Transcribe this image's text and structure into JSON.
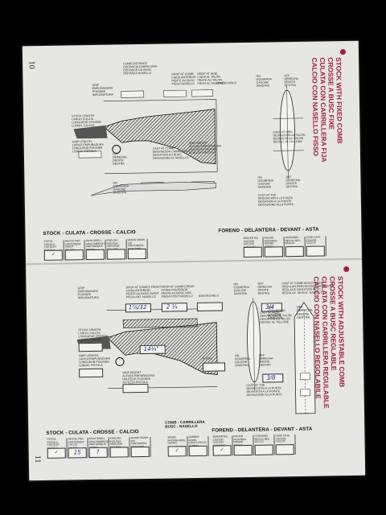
{
  "top": {
    "page_number": "10",
    "title_lines": [
      "STOCK WITH FIXED COMB",
      "CROSSE A BUSC FIXE",
      "CULATA CON CARRILLERA FIJA",
      "CALCIO CON NASELLO FISSO"
    ],
    "badge": "8",
    "labels": {
      "comb_distance": "COMB DISTANCE\nDISTANCIA CARRILLERA\nDISTANCE DU BUSC\nDISTANZA NASELLO",
      "drop_comb": "DROP AT COMB\nCAIDA ANTERIOR\nPENTE AU BUSC\nPIEGA NASELLO",
      "drop_heel": "DROP AT HEEL\nCAIDA AL TALON\nPENTE AU TALON\nPIEGA AL TALLONE",
      "grip": "GRIP\nEMPUÑADURA\nPOIGNEE\nIMPUGNATURA",
      "stock_length": "STOCK LENGTH\nLARGO CULATA\nLONGUEUR CROSSE\nLUNGH. CALCIO",
      "grip_length": "GRIP LENGTH\nLARGO EMPUÑADURA\nLONGUEUR POIGNEE\nLUNGH. PISTOLA",
      "cast_comb": "CAST AT COMB\nDESVIACION CARRILLERA\nDEVIATION AU BUSC\nDEVIAZIONE AL NASELLO",
      "grip_height": "GRIP HEIGHT\nALTURA EMPUÑADURA\nHAUTEUR POIGNEE\nALTEZZA PISTOLA",
      "off_right": "OFF\nDERECHA\nDROITE\nDESTRA",
      "on_left": "ON\nIZQUIERDA\nGAUCHE\nSINISTRA",
      "cast_heel": "CAST AT HEEL\nDESVIACION AL TALON\nDEVIATION AU TALON\nDEVIAZ. AL TALLONE",
      "cast_toe": "CAST AT TOE\nDESVIACION A LA PUNTA\nDEVIATION A LA POINTE\nDEVIAZIONE ALLA PUNTA",
      "montecarlo": "MONTECARLO"
    },
    "stock_header": "STOCK - CULATA - CROSSE - CALCIO",
    "forend_header": "FOREND - DELANTERA - DEVANT - ASTA",
    "stock_cells": [
      "PISTOL\nPISTOLA\nPISTOLET\nPISTOLA",
      "RECOIL PAD\nCANTONERA\nSABOT\nCALCIO",
      "PALM SWELL\nABULTAMIENTO\nANATOMIQUE\nBUGNA",
      "ENGLISH\nINGLESA\nANGLAISE\nINGLESE",
      "WOOD FINISH\nSIN CANTONERA\nFINIS BOIS\nPIEGA LEGNO"
    ],
    "forend_cells": [
      "BEAVERTAIL\nCASTOR\nCASTOR\nCASTORO",
      "ROUND\nREDONDA\nRONDE\nTONDA",
      "SCHNABEL\nBECCO\nBEC\nBECCO",
      "CASE\nCAJA\nCHASSE\nCACCIA"
    ],
    "check_mark": "✓"
  },
  "bottom": {
    "page_number": "11",
    "title_lines": [
      "STOCK WITH ADJUSTABLE COMB",
      "CROSSE A BUSC REGLABLE",
      "CULATA CON CARRILLERA REGULABLE",
      "CALCIO CON NASELLO REGOLABILE"
    ],
    "badge": "9",
    "hand": {
      "drop_comb": "1⅞/32",
      "drop_heel": "2 ¼",
      "stock_length": "14¾\"",
      "cast_heel": "3/4",
      "cast_toe": "3/8",
      "recoil": "15",
      "palm": "?"
    },
    "labels": {
      "drop_comb": "DROP AT COMB'S FRONT\nCAIDA ANTERIOR\nPENTE AU BUSC AVANT\nPIEGA ANT. NASELLO",
      "drop_comb_rear": "DROP AT COMB'S REAR\nCAIDA POSTERIOR\nPENTE AU BUSC ARR.\nPIEGA POST NASELLO",
      "grip": "GRIP\nEMPUÑADURA\nPOIGNEE\nIMPUGNATURA",
      "stock_length": "STOCK LENGTH\nLARGO CULATA\nLONGUEUR CROSSE\nLUNGH. CALCIO",
      "grip_length": "GRIP LENGTH\nLARGO EMPUÑADURA\nLONGUEUR POIGNEE\nLUNGH. PISTOLA",
      "grip_height": "GRIP HEIGHT\nALTURA EMPUÑADURA\nHAUTEUR POIGNEE\nALTEZZA PISTOLA",
      "pitch": "PITCH",
      "cast_comb_adj": "CAST AT COMB ADJUSTMENT\nREGULAR DESVIACION CARRILLERA\nREGLAGE DEVIATION BUSC\nREGOLAZ. DEVIAZ. NASELLO",
      "on_left": "ON\nIZQUIERDA\nGAUCHE\nSINISTRA",
      "off_right": "OFF\nDERECHA\nDROITE\nDESTRA",
      "cast_heel": "CAST AT HEEL\nDESVIACION AL TALON\nDEVIATION AU TALON\nDEVIAZ. AL TALLONE",
      "cast_toe": "CAST AT TOE\nDESVIACION A LA PUNTA\nDEVIATION A LA POINTE\nDEVIAZIONE ALLA PUNTA",
      "montecarlo": "MONTECARLO"
    },
    "stock_header": "STOCK - CULATA - CROSSE - CALCIO",
    "comb_header": "COMB - CARRILLERA\nBUSC - NASELLO",
    "forend_header": "FOREND - DELANTERA - DEVANT - ASTA",
    "stock_cells": [
      "PISTOL\nPISTOLA\nPISTOLET\nPISTOLA",
      "RECOIL PAD\nCANTONERA\nCALCIO\nCALCIO",
      "PALM SWELL\nABULTAMIENTO\nANATOMIQUE\nBUGNA",
      "ENGLISH\nINGLESA\nANGLAISE\nINGLESE",
      "WOOD FINISH\nSIN CANTONERA\nFINIS BOIS\nFINITO LEGNO"
    ],
    "comb_cells": [
      "WOOD\nMADERA\nBOIS\nLEGNO",
      "RUBBER\nGOMA\nCAOUTCHOUC\nGOMMA"
    ],
    "forend_cells": [
      "BEAVERTAIL\nCASTOR\nCASTOR\nCASTORO",
      "ROUND\nREDONDA\nRONDE\nTONDA",
      "SCHNABEL\nBECCO\nBEC\nBECCO",
      "CASE\nCAJA\nCHASSE\nCACCIA"
    ],
    "check_mark": "✓"
  }
}
